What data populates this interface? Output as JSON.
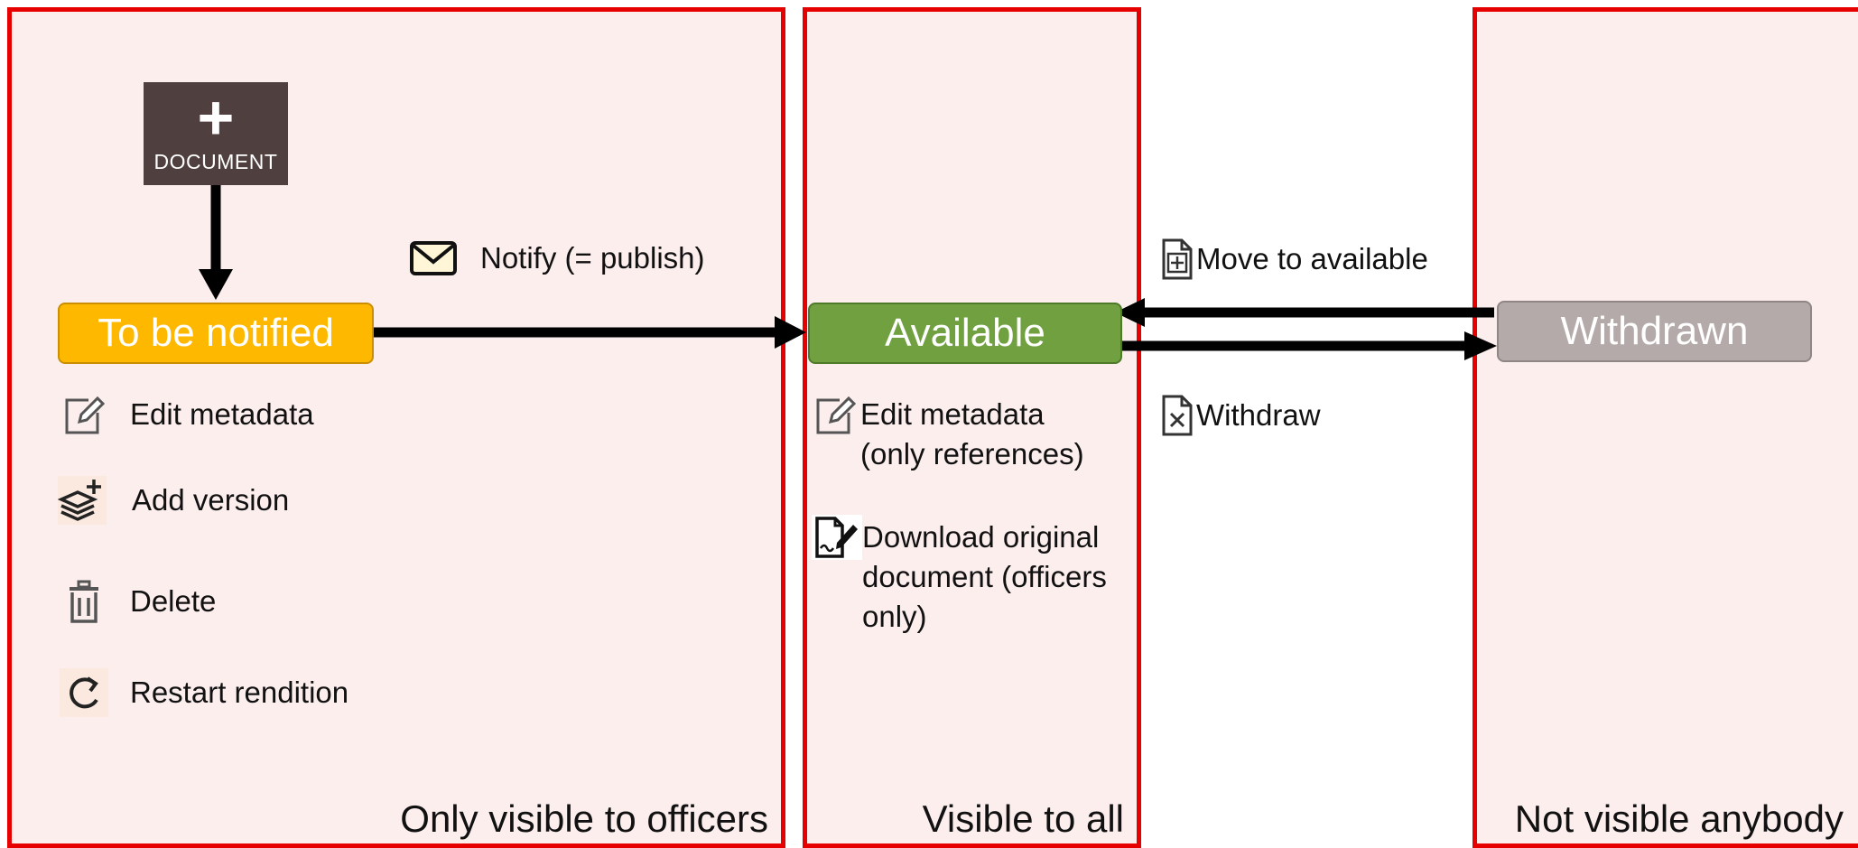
{
  "zones": {
    "officers": {
      "label": "Only visible to officers"
    },
    "all": {
      "label": "Visible to all"
    },
    "nobody": {
      "label": "Not visible anybody"
    }
  },
  "create_button": {
    "plus": "+",
    "label": "DOCUMENT"
  },
  "states": {
    "to_be_notified": {
      "label": "To be notified",
      "color": "#ffb800"
    },
    "available": {
      "label": "Available",
      "color": "#70a040"
    },
    "withdrawn": {
      "label": "Withdrawn",
      "color": "#b5aaaa"
    }
  },
  "transitions": {
    "notify": {
      "label": "Notify (= publish)",
      "icon": "envelope-icon"
    },
    "move_to_available": {
      "label": "Move to available",
      "icon": "file-plus-icon"
    },
    "withdraw": {
      "label": "Withdraw",
      "icon": "file-x-icon"
    }
  },
  "officer_actions": [
    {
      "label": "Edit metadata",
      "icon": "edit-icon"
    },
    {
      "label": "Add version",
      "icon": "layers-plus-icon"
    },
    {
      "label": "Delete",
      "icon": "trash-icon"
    },
    {
      "label": "Restart rendition",
      "icon": "refresh-icon"
    }
  ],
  "available_actions": [
    {
      "label": "Edit metadata\n(only references)",
      "icon": "edit-icon"
    },
    {
      "label": "Download original\ndocument (officers\nonly)",
      "icon": "signed-document-icon"
    }
  ],
  "colors": {
    "zone_border": "#e60000",
    "zone_fill": "#fdeeee",
    "arrow": "#000000"
  }
}
